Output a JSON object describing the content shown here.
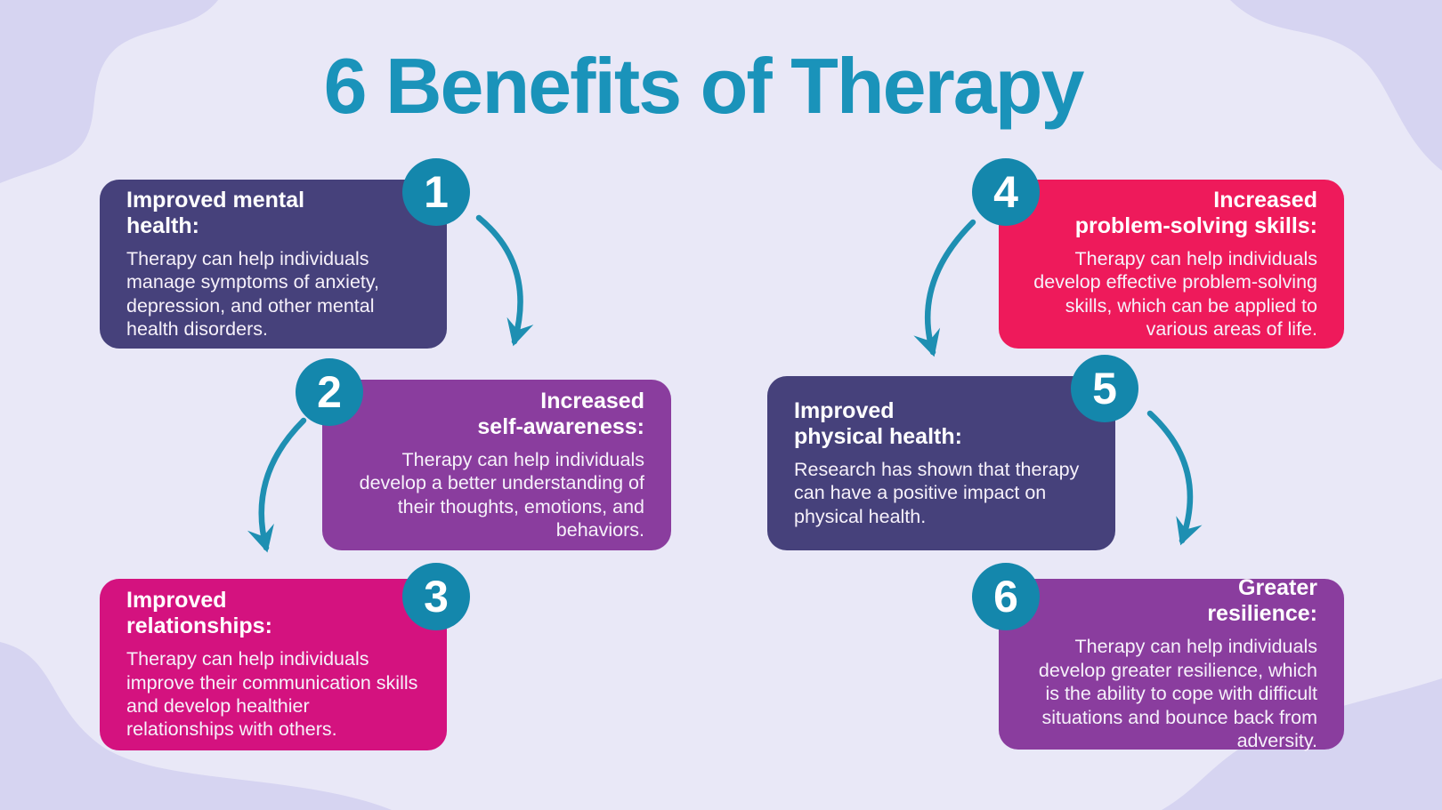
{
  "title": "6 Benefits of Therapy",
  "colors": {
    "background": "#e9e8f7",
    "corner_blob": "#d6d4f1",
    "title_teal": "#1a93ba",
    "badge_teal": "#1487ac",
    "arrow_teal": "#1e8fb2",
    "card_indigo": "#46417b",
    "card_purple": "#8a3d9e",
    "card_magenta": "#d4127f",
    "card_crimson": "#ee1a5b",
    "text_white": "#ffffff"
  },
  "cards": [
    {
      "number": "1",
      "heading": "Improved mental\nhealth:",
      "body": "Therapy can help individuals manage symptoms of anxiety, depression, and other mental health disorders."
    },
    {
      "number": "2",
      "heading": "Increased\nself-awareness:",
      "body": "Therapy can help individuals develop a better understanding of their thoughts, emotions, and behaviors."
    },
    {
      "number": "3",
      "heading": "Improved\nrelationships:",
      "body": "Therapy can help individuals improve their communication skills and develop healthier relationships with others."
    },
    {
      "number": "4",
      "heading": "Increased\nproblem-solving skills:",
      "body": "Therapy can help individuals develop effective problem-solving skills, which can be applied to various areas of life."
    },
    {
      "number": "5",
      "heading": "Improved\nphysical health:",
      "body": "Research has shown that therapy can have a positive impact on physical health."
    },
    {
      "number": "6",
      "heading": "Greater\nresilience:",
      "body": "Therapy can help individuals develop greater resilience, which is the ability to cope with difficult situations and bounce back from adversity."
    }
  ]
}
